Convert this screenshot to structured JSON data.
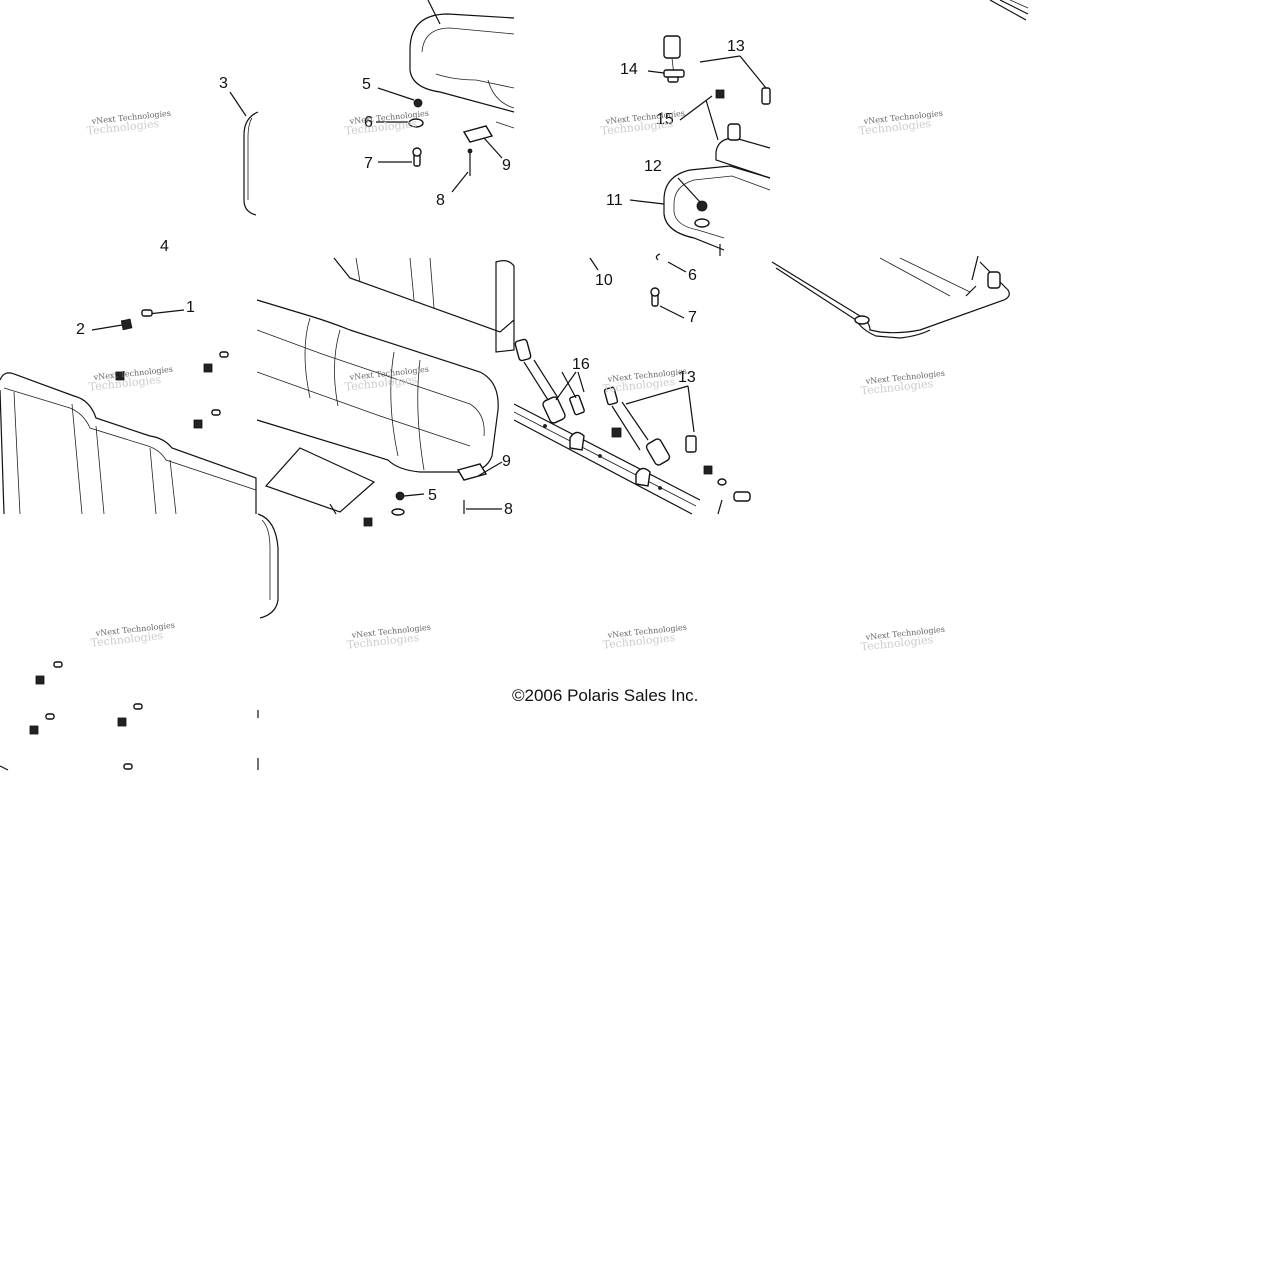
{
  "callouts": {
    "c1": "1",
    "c2": "2",
    "c3": "3",
    "c4": "4",
    "c5a": "5",
    "c5b": "5",
    "c6a": "6",
    "c6b": "6",
    "c7a": "7",
    "c7b": "7",
    "c8a": "8",
    "c8b": "8",
    "c9a": "9",
    "c9b": "9",
    "c10": "10",
    "c11": "11",
    "c12": "12",
    "c13a": "13",
    "c13b": "13",
    "c14": "14",
    "c15": "15",
    "c16": "16"
  },
  "watermark": {
    "line1": "vNext Technologies",
    "line2": "Technologies"
  },
  "copyright": "©2006 Polaris Sales Inc."
}
